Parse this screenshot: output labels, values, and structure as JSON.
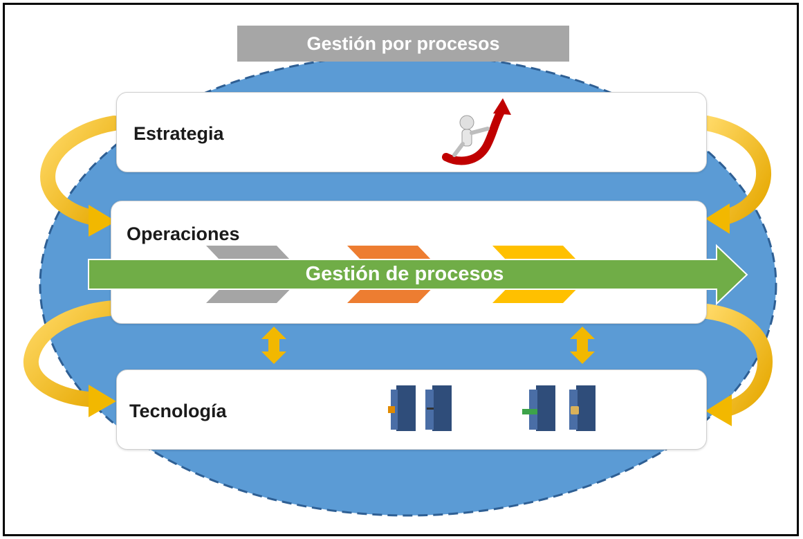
{
  "title": "Gestión por procesos",
  "layers": {
    "strategy": "Estrategia",
    "operations": "Operaciones",
    "technology": "Tecnología"
  },
  "process_arrow_label": "Gestión de procesos",
  "colors": {
    "ellipse": "#5b9bd5",
    "ellipse_border": "#2e5f94",
    "title_bar": "#a6a6a6",
    "process_arrow": "#70ad47",
    "cycle_arrows": "#f2b800",
    "chevron_gray": "#a5a5a5",
    "chevron_orange": "#ed7d31",
    "chevron_yellow": "#ffc000"
  },
  "icons": [
    "strategy-growth-icon",
    "server-icon"
  ]
}
